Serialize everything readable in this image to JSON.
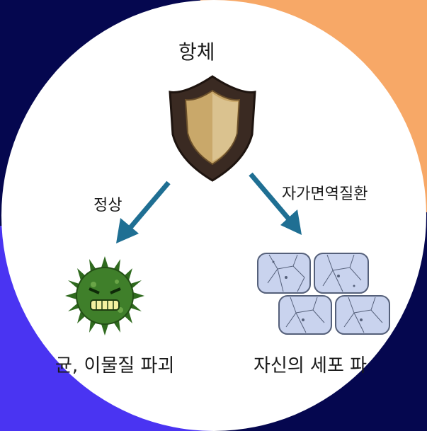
{
  "title": "항체",
  "branches": {
    "normal": "정상",
    "autoimmune": "자가면역질환"
  },
  "outcomes": {
    "normal": "균, 이물질 파괴",
    "autoimmune": "자신의 세포 파"
  },
  "colors": {
    "background": "#05074f",
    "corner_orange": "#f7a867",
    "corner_blue": "#4a34f2",
    "arrow": "#1f6f93",
    "shield_outer": "#3a2a22",
    "shield_inner": "#c9a86a",
    "germ": "#3f7f2a",
    "cell": "#c9d3ee"
  }
}
